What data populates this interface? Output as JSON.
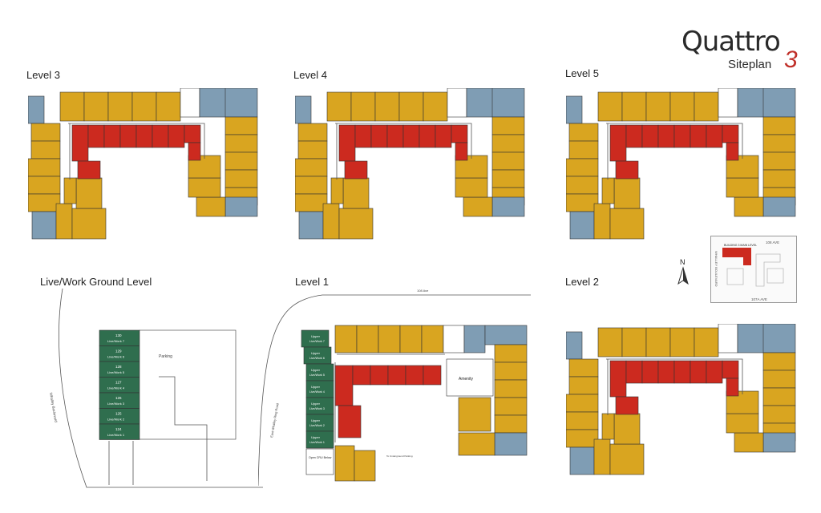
{
  "logo": {
    "word": "Quattro",
    "sub": "Siteplan",
    "three": "3"
  },
  "labels": {
    "level3": "Level 3",
    "level4": "Level 4",
    "level5": "Level 5",
    "livework": "Live/Work Ground Level",
    "level1": "Level 1",
    "level2": "Level 2"
  },
  "compass": {
    "n": "N"
  },
  "keymap": {
    "ave_top": "108 AVE",
    "ave_bottom": "107A AVE",
    "boulevard": "WHALLEY BOULEVARD",
    "building": "BUILDING 3 MAIN LEVEL"
  },
  "ground": {
    "units": [
      {
        "num": "130",
        "type": "Live/Work 7"
      },
      {
        "num": "129",
        "type": "Live/Work 6"
      },
      {
        "num": "128",
        "type": "Live/Work 5"
      },
      {
        "num": "127",
        "type": "Live/Work 4"
      },
      {
        "num": "126",
        "type": "Live/Work 3"
      },
      {
        "num": "125",
        "type": "Live/Work 2"
      },
      {
        "num": "124",
        "type": "Live/Work 1"
      }
    ],
    "parking": "Parking",
    "street": "Whalley Boulevard"
  },
  "level1": {
    "street_top": "108 Ave",
    "street_side": "East Whalley Ring Road",
    "amenity": "Amenity",
    "upper": [
      {
        "title": "Upper",
        "type": "Live/Work 7"
      },
      {
        "title": "Upper",
        "type": "Live/Work 6"
      },
      {
        "title": "Upper",
        "type": "Live/Work 5"
      },
      {
        "title": "Upper",
        "type": "Live/Work 4"
      },
      {
        "title": "Upper",
        "type": "Live/Work 3"
      },
      {
        "title": "Upper",
        "type": "Live/Work 2"
      },
      {
        "title": "Upper",
        "type": "Live/Work 1"
      }
    ],
    "open_below": "Open CRU Below",
    "parking_note": "To Underground Parking"
  },
  "colors": {
    "yellow": "#d9a520",
    "red": "#cc2a1f",
    "blue": "#7f9db4",
    "green": "#2f6e4e",
    "grey": "#888888"
  }
}
